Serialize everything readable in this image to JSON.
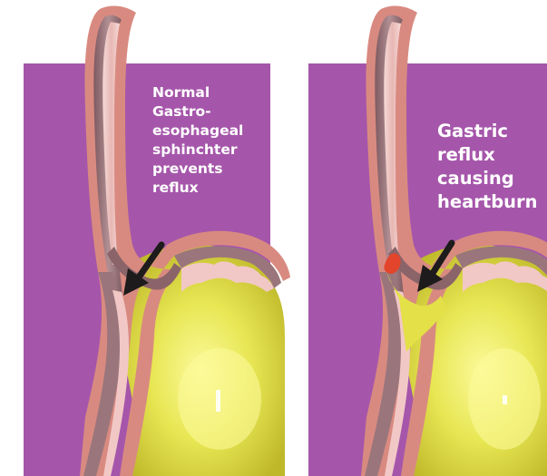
{
  "panels": [
    {
      "id": "normal",
      "caption": "Normal\nGastro-\nesophageal\nsphinchter\nprevents\nreflux"
    },
    {
      "id": "reflux",
      "caption": "Gastric\nreflux\ncausing\nheartburn"
    }
  ],
  "colors": {
    "background_panel": "#a556aa",
    "esophagus_outer": "#d98a80",
    "esophagus_mid": "#9a767c",
    "esophagus_inner": "#f2c8c6",
    "stomach_fluid": "#e3e048",
    "stomach_highlight": "#fbfa9a",
    "arrow": "#1d1b1b",
    "text": "#ffffff",
    "reflux_spot": "#e2452c"
  }
}
